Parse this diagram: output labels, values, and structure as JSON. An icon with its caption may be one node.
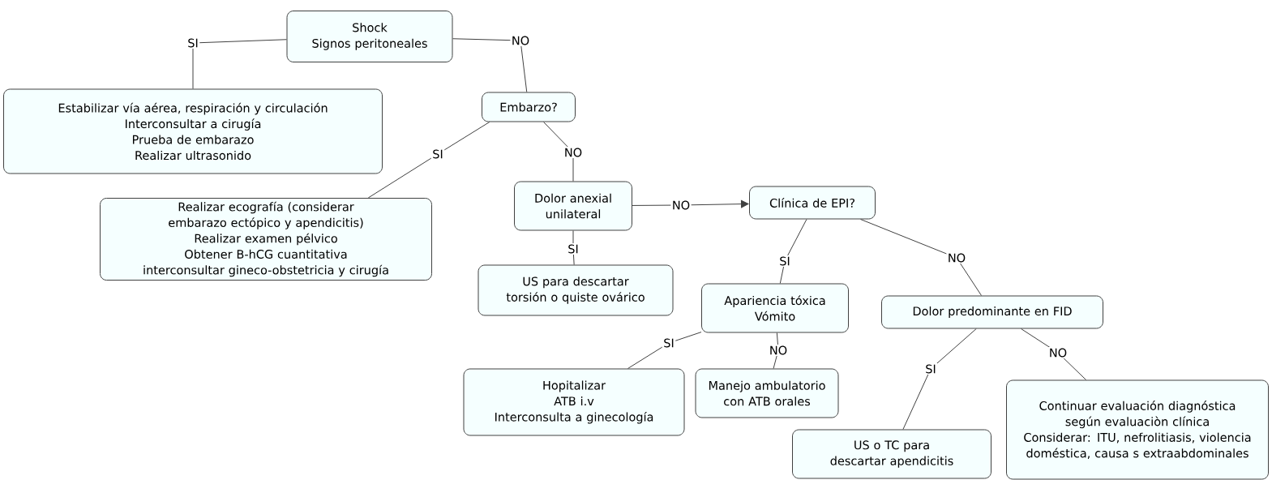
{
  "diagram": {
    "nodes": [
      {
        "text": [
          "Shock",
          "Signos peritoneales"
        ]
      },
      {
        "text": [
          "Estabilizar vía aérea, respiración y circulación",
          "Interconsultar a cirugía",
          "Prueba de embarazo",
          "Realizar ultrasonido"
        ]
      },
      {
        "text": [
          "Embarzo?"
        ]
      },
      {
        "text": [
          "Realizar ecografía (considerar embarazo ectópico y apendicitis)",
          "Realizar examen pélvico",
          "Obtener B-hCG cuantitativa",
          "interconsultar gineco-obstetricia y cirugía"
        ]
      },
      {
        "text": [
          "Dolor anexial unilateral"
        ]
      },
      {
        "text": [
          "US para descartar torsión o quiste ovárico"
        ]
      },
      {
        "text": [
          "Clínica de EPI?"
        ]
      },
      {
        "text": [
          "Apariencia tóxica",
          "Vómito"
        ]
      },
      {
        "text": [
          "Dolor predominante en FID"
        ]
      },
      {
        "text": [
          "Hopitalizar",
          "ATB i.v",
          "Interconsulta a ginecología"
        ]
      },
      {
        "text": [
          "Manejo ambulatorio con ATB orales"
        ]
      },
      {
        "text": [
          "US o TC para descartar apendicitis"
        ]
      },
      {
        "text": [
          "Continuar evaluación diagnóstica",
          "según evaluaciòn clínica",
          "Considerar: ITU, nefrolitiasis, violencia doméstica, causa s extraabdominales"
        ]
      }
    ],
    "edges": [
      {
        "from": 0,
        "to": 1,
        "arrow": "none",
        "label": "SI"
      },
      {
        "from": 0,
        "to": 2,
        "arrow": "none",
        "label": "NO"
      },
      {
        "from": 2,
        "to": 3,
        "arrow": "none",
        "label": "SI"
      },
      {
        "from": 2,
        "to": 4,
        "arrow": "none",
        "label": "NO"
      },
      {
        "from": 4,
        "to": 5,
        "arrow": "none",
        "label": "SI"
      },
      {
        "from": 4,
        "to": 6,
        "arrow": "to",
        "label": "NO"
      },
      {
        "from": 6,
        "to": 7,
        "arrow": "none",
        "label": "SI"
      },
      {
        "from": 6,
        "to": 8,
        "arrow": "none",
        "label": "NO"
      },
      {
        "from": 7,
        "to": 9,
        "arrow": "none",
        "label": "SI"
      },
      {
        "from": 7,
        "to": 10,
        "arrow": "none",
        "label": "NO"
      },
      {
        "from": 8,
        "to": 11,
        "arrow": "none",
        "label": "SI"
      },
      {
        "from": 8,
        "to": 12,
        "arrow": "none",
        "label": "NO"
      }
    ]
  }
}
